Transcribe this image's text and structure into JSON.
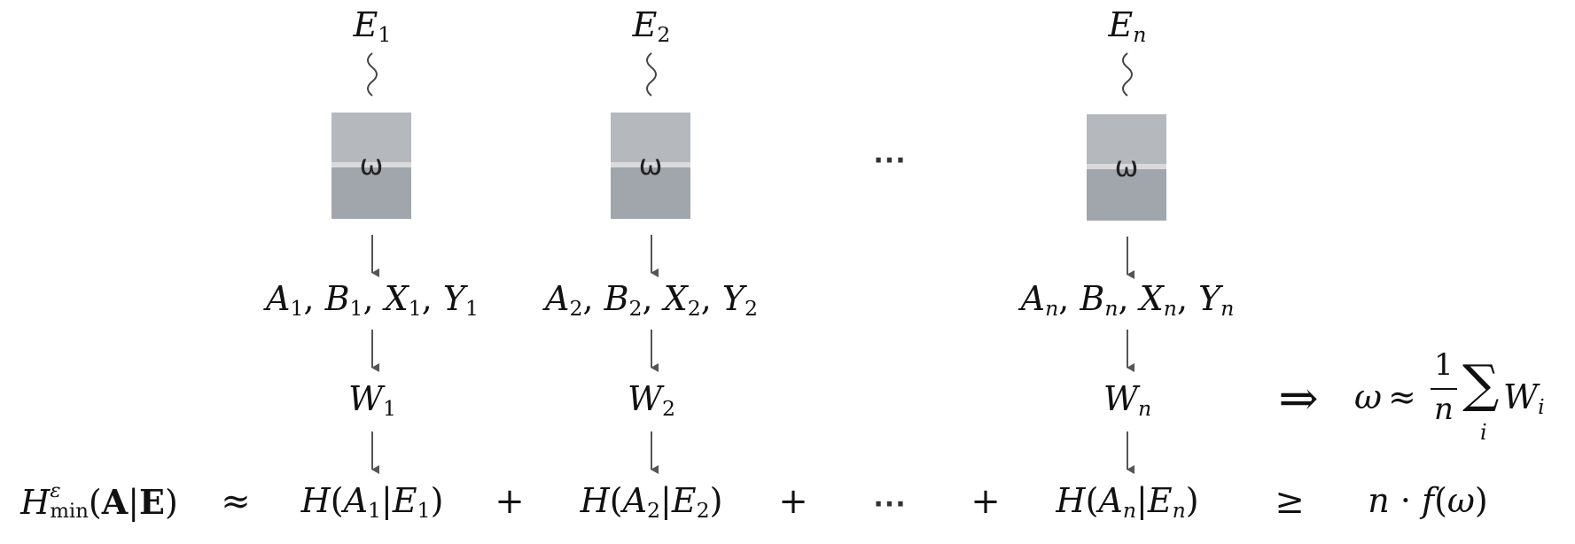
{
  "columns": [
    {
      "E_base": "E",
      "E_sub": "1",
      "box_symbol": "ω",
      "A": "A",
      "B": "B",
      "X": "X",
      "Y": "Y",
      "idx": "1",
      "W_base": "W",
      "W_sub": "1",
      "H_fn": "H",
      "H_A": "A",
      "H_E": "E",
      "H_sub": "1"
    },
    {
      "E_base": "E",
      "E_sub": "2",
      "box_symbol": "ω",
      "A": "A",
      "B": "B",
      "X": "X",
      "Y": "Y",
      "idx": "2",
      "W_base": "W",
      "W_sub": "2",
      "H_fn": "H",
      "H_A": "A",
      "H_E": "E",
      "H_sub": "2"
    },
    {
      "E_base": "E",
      "E_sub": "n",
      "box_symbol": "ω",
      "A": "A",
      "B": "B",
      "X": "X",
      "Y": "Y",
      "idx": "n",
      "W_base": "W",
      "W_sub": "n",
      "H_fn": "H",
      "H_A": "A",
      "H_E": "E",
      "H_sub": "n"
    }
  ],
  "ellipsis": "···",
  "bottom_row": {
    "lhs_H": "H",
    "lhs_sup": "ε",
    "lhs_sub": "min",
    "lhs_A": "A",
    "lhs_E": "E",
    "approx": "≈",
    "plus": "+",
    "geq": "≥",
    "rhs_n": "n",
    "rhs_dot": "·",
    "rhs_f": "f",
    "rhs_omega": "ω"
  },
  "estimate": {
    "implies": "⇒",
    "omega": "ω",
    "approx": "≈",
    "numerator": "1",
    "denominator": "n",
    "sum": "∑",
    "sum_index": "i",
    "W": "W",
    "W_sub": "i"
  }
}
